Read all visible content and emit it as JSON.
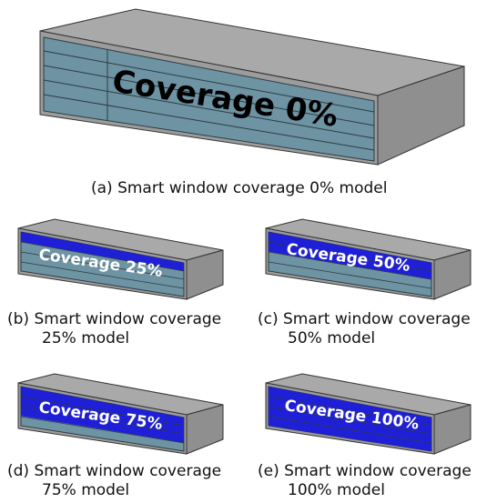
{
  "colors": {
    "box_side": "#8f8f8f",
    "box_top": "#a9a9a9",
    "box_front": "#9c9c9c",
    "glass": "#6e93a3",
    "glass_line": "#2c3c44",
    "smart_film": "#1f1fd8",
    "frame": "#333333"
  },
  "panels": [
    {
      "id": "a",
      "label": "Coverage 0%",
      "coverage": 0,
      "caption_lines": [
        "(a)  Smart window coverage  0% model"
      ]
    },
    {
      "id": "b",
      "label": "Coverage 25%",
      "coverage": 0.25,
      "caption_lines": [
        "(b)  Smart window coverage",
        "25% model"
      ]
    },
    {
      "id": "c",
      "label": "Coverage 50%",
      "coverage": 0.5,
      "caption_lines": [
        "(c)  Smart window coverage",
        "50% model"
      ]
    },
    {
      "id": "d",
      "label": "Coverage 75%",
      "coverage": 0.75,
      "caption_lines": [
        "(d)  Smart window coverage",
        "75% model"
      ]
    },
    {
      "id": "e",
      "label": "Coverage 100%",
      "coverage": 1,
      "caption_lines": [
        "(e)  Smart window coverage",
        "100% model"
      ]
    }
  ]
}
